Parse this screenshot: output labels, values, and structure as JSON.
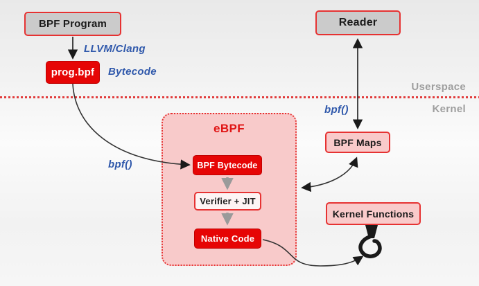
{
  "userspace_flow": {
    "bpf_program": "BPF Program",
    "llvm_clang": "LLVM/Clang",
    "prog_bpf": "prog.bpf",
    "bytecode": "Bytecode",
    "reader": "Reader"
  },
  "boundary": {
    "userspace": "Userspace",
    "kernel": "Kernel"
  },
  "kernel_flow": {
    "ebpf_title": "eBPF",
    "bpf_bytecode": "BPF Bytecode",
    "verifier_jit": "Verifier + JIT",
    "native_code": "Native Code",
    "bpf_maps": "BPF Maps",
    "kernel_functions": "Kernel Functions",
    "bpf_call_left": "bpf()",
    "bpf_call_right": "bpf()"
  },
  "icons": {
    "hook": "kernel-hook-icon"
  },
  "colors": {
    "box_red": "#e60505",
    "border_red": "#e63232",
    "pink_fill": "#f9caca",
    "gray_fill": "#cbcbcb",
    "blue_label": "#2f58ab",
    "gray_label": "#9e9e9e",
    "divider_red": "#e13c3c",
    "arrow_dark": "#1a1a1a",
    "arrow_gray": "#9a9a9a"
  }
}
